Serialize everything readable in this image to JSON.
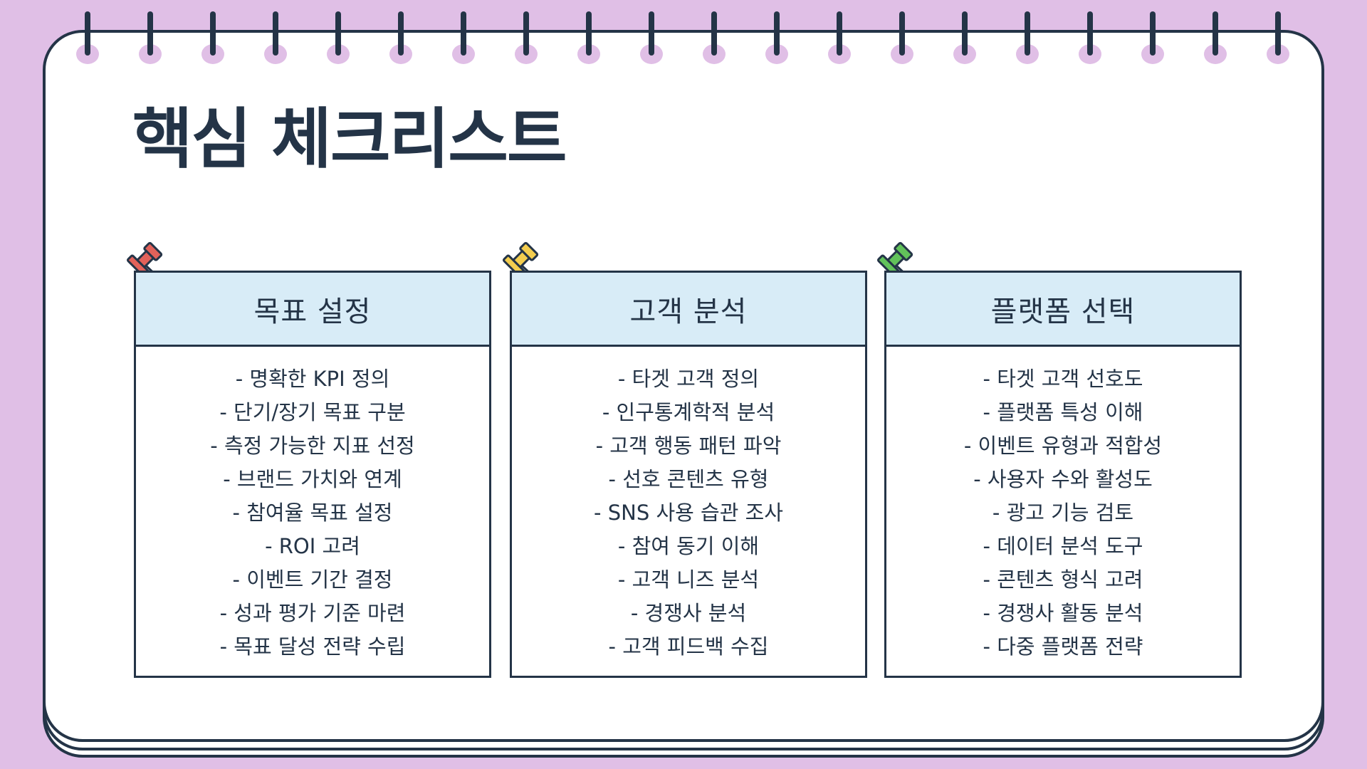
{
  "title": "핵심 체크리스트",
  "colors": {
    "background": "#e0bfe6",
    "ink": "#243447",
    "card_header": "#d8ecf7",
    "pin_red": "#e2625a",
    "pin_yellow": "#f3cd4f",
    "pin_green": "#62c25a"
  },
  "cards": [
    {
      "title": "목표 설정",
      "pin_icon": "red-pushpin-icon",
      "items": [
        "- 명확한 KPI 정의",
        "- 단기/장기 목표 구분",
        "- 측정 가능한 지표 선정",
        "- 브랜드 가치와 연계",
        "- 참여율 목표 설정",
        "- ROI 고려",
        "- 이벤트 기간 결정",
        "- 성과 평가 기준 마련",
        "- 목표 달성 전략 수립"
      ]
    },
    {
      "title": "고객 분석",
      "pin_icon": "yellow-pushpin-icon",
      "items": [
        "- 타겟 고객 정의",
        "- 인구통계학적 분석",
        "- 고객 행동 패턴 파악",
        "- 선호 콘텐츠 유형",
        "- SNS 사용 습관 조사",
        "- 참여 동기 이해",
        "- 고객 니즈 분석",
        "- 경쟁사 분석",
        "- 고객 피드백 수집"
      ]
    },
    {
      "title": "플랫폼 선택",
      "pin_icon": "green-pushpin-icon",
      "items": [
        "- 타겟 고객 선호도",
        "- 플랫폼 특성 이해",
        "- 이벤트 유형과 적합성",
        "- 사용자 수와 활성도",
        "- 광고 기능 검토",
        "- 데이터 분석 도구",
        "- 콘텐츠 형식 고려",
        "- 경쟁사 활동 분석",
        "- 다중 플랫폼 전략"
      ]
    }
  ]
}
